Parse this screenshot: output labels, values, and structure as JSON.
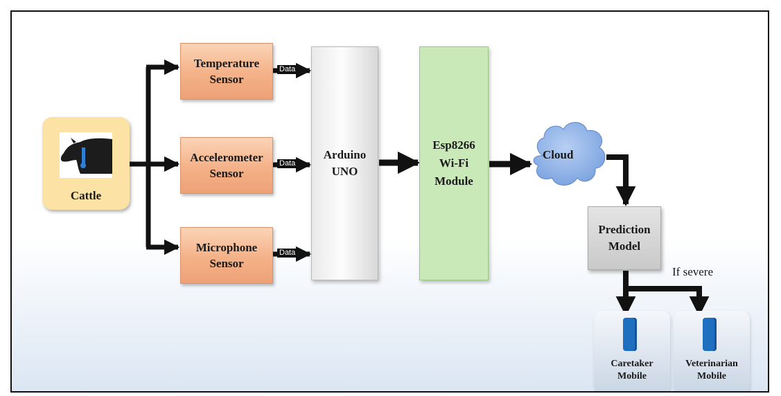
{
  "cattle": {
    "label": "Cattle"
  },
  "sensors": [
    {
      "line1": "Temperature",
      "line2": "Sensor"
    },
    {
      "line1": "Accelerometer",
      "line2": "Sensor"
    },
    {
      "line1": "Microphone",
      "line2": "Sensor"
    }
  ],
  "data_label": "Data",
  "arduino": {
    "line1": "Arduino",
    "line2": "UNO"
  },
  "esp": {
    "line1": "Esp8266",
    "line2": "Wi-Fi",
    "line3": "Module"
  },
  "cloud": {
    "label": "Cloud"
  },
  "prediction": {
    "line1": "Prediction",
    "line2": "Model"
  },
  "condition": "If severe",
  "mobiles": [
    {
      "line1": "Caretaker",
      "line2": "Mobile"
    },
    {
      "line1": "Veterinarian",
      "line2": "Mobile"
    }
  ],
  "colors": {
    "sensor": "#f4b187",
    "esp": "#c9e9b8",
    "cattle": "#fde2a5",
    "cloud": "#8fb3e6",
    "phone": "#1f6fc0"
  }
}
